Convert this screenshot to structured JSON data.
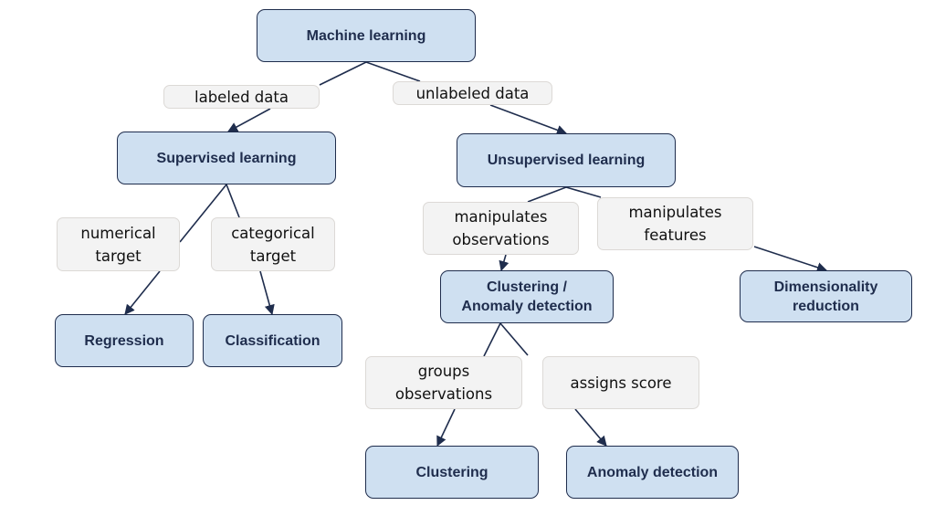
{
  "colors": {
    "node_fill": "#cfe0f1",
    "node_border": "#1f2d4d",
    "label_fill": "#f3f3f3",
    "edge": "#1f2d4d"
  },
  "nodes": {
    "machine_learning": "Machine learning",
    "supervised": "Supervised learning",
    "unsupervised": "Unsupervised learning",
    "regression": "Regression",
    "classification": "Classification",
    "clustering_anomaly": "Clustering /\nAnomaly detection",
    "dimensionality_reduction": "Dimensionality\nreduction",
    "clustering": "Clustering",
    "anomaly_detection": "Anomaly detection"
  },
  "edge_labels": {
    "labeled_data": "labeled data",
    "unlabeled_data": "unlabeled data",
    "numerical_target": "numerical\ntarget",
    "categorical_target": "categorical\ntarget",
    "manipulates_observations": "manipulates\nobservations",
    "manipulates_features": "manipulates\nfeatures",
    "groups_observations": "groups\nobservations",
    "assigns_score": "assigns score"
  }
}
